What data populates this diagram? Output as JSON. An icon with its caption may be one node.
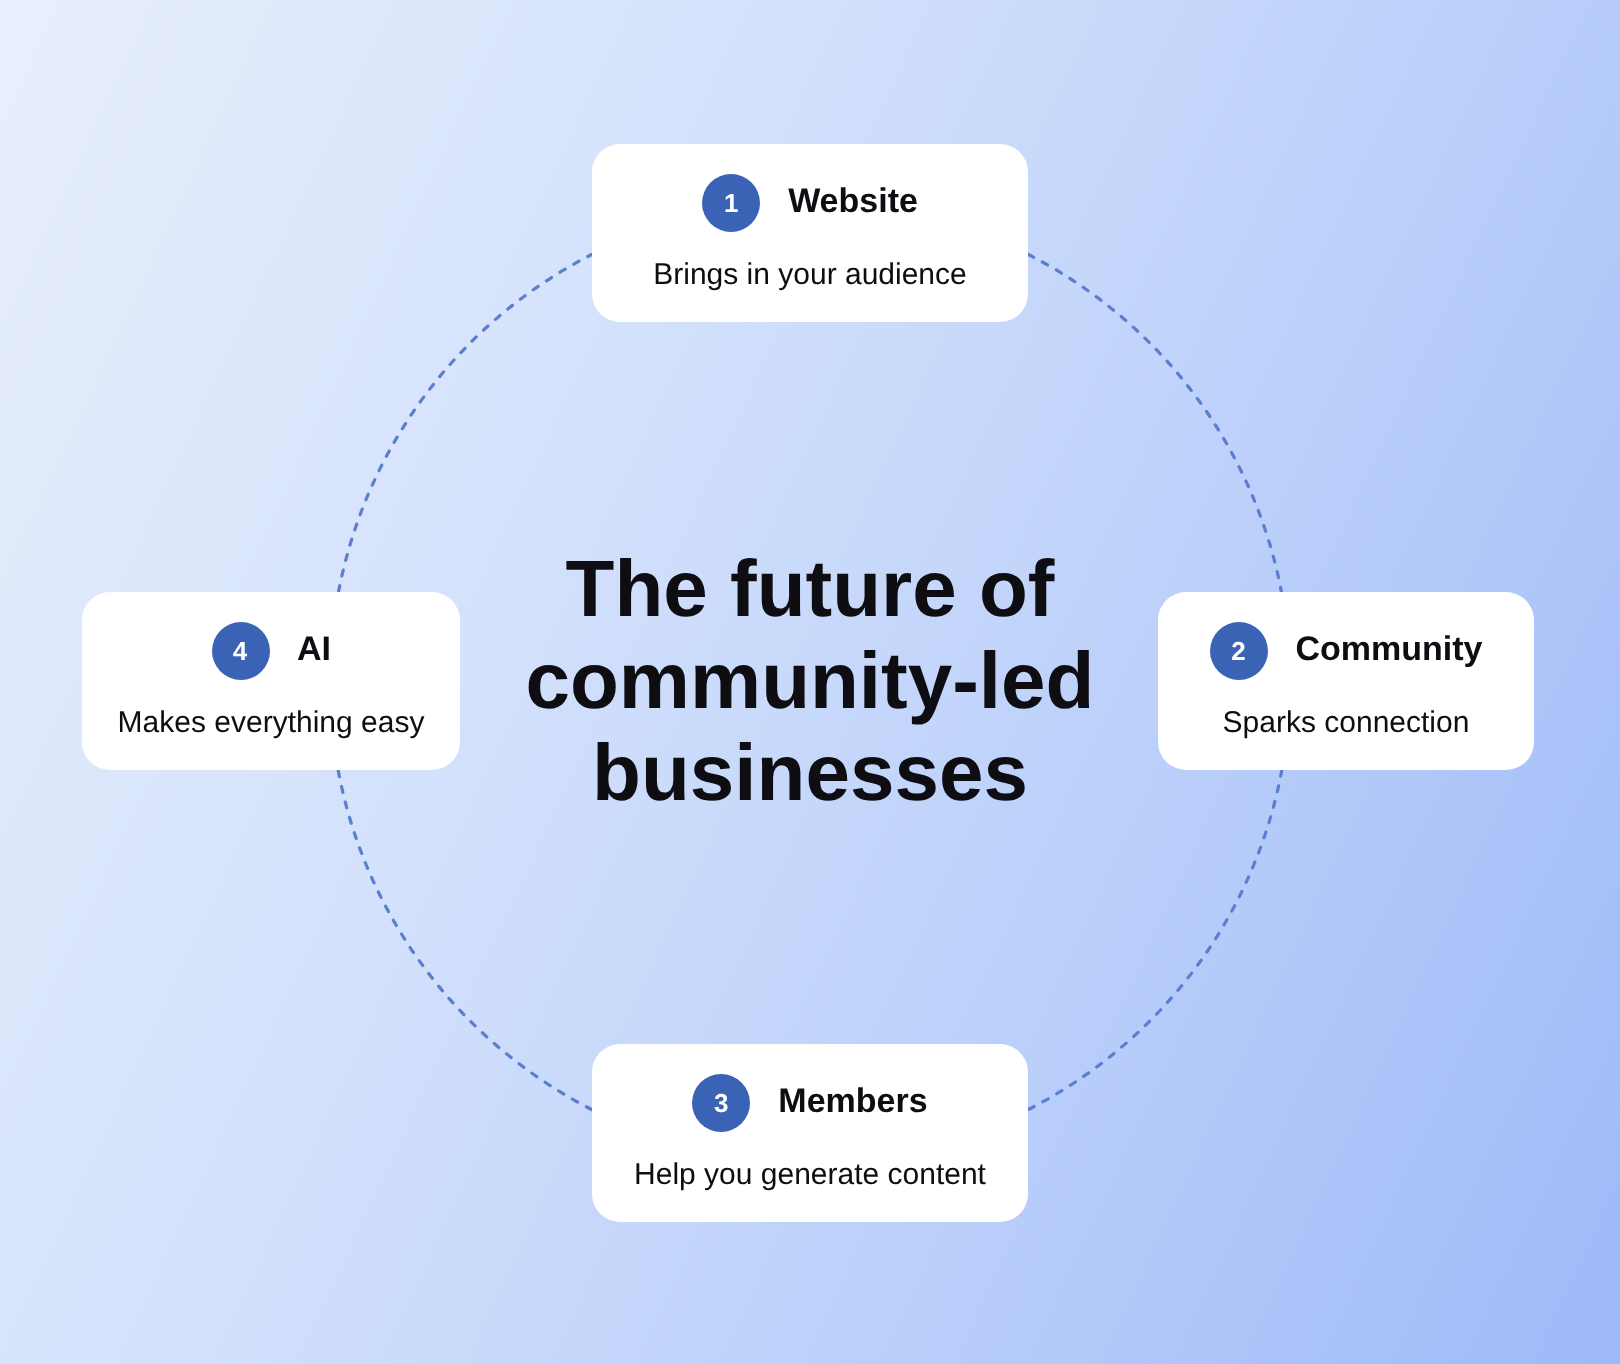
{
  "diagram": {
    "title": "The future of community-led businesses",
    "nodes": [
      {
        "text": [
          "1",
          "Website",
          "Brings in your audience"
        ]
      },
      {
        "text": [
          "2",
          "Community",
          "Sparks connection"
        ]
      },
      {
        "text": [
          "3",
          "Members",
          "Help you generate content"
        ]
      },
      {
        "text": [
          "4",
          "AI",
          "Makes everything easy"
        ]
      }
    ],
    "edges": [
      {
        "from": 0,
        "to": 1,
        "arrow": "none",
        "style": "dashed"
      },
      {
        "from": 1,
        "to": 2,
        "arrow": "none",
        "style": "dashed"
      },
      {
        "from": 2,
        "to": 3,
        "arrow": "none",
        "style": "dashed"
      },
      {
        "from": 3,
        "to": 0,
        "arrow": "none",
        "style": "dashed"
      }
    ]
  }
}
